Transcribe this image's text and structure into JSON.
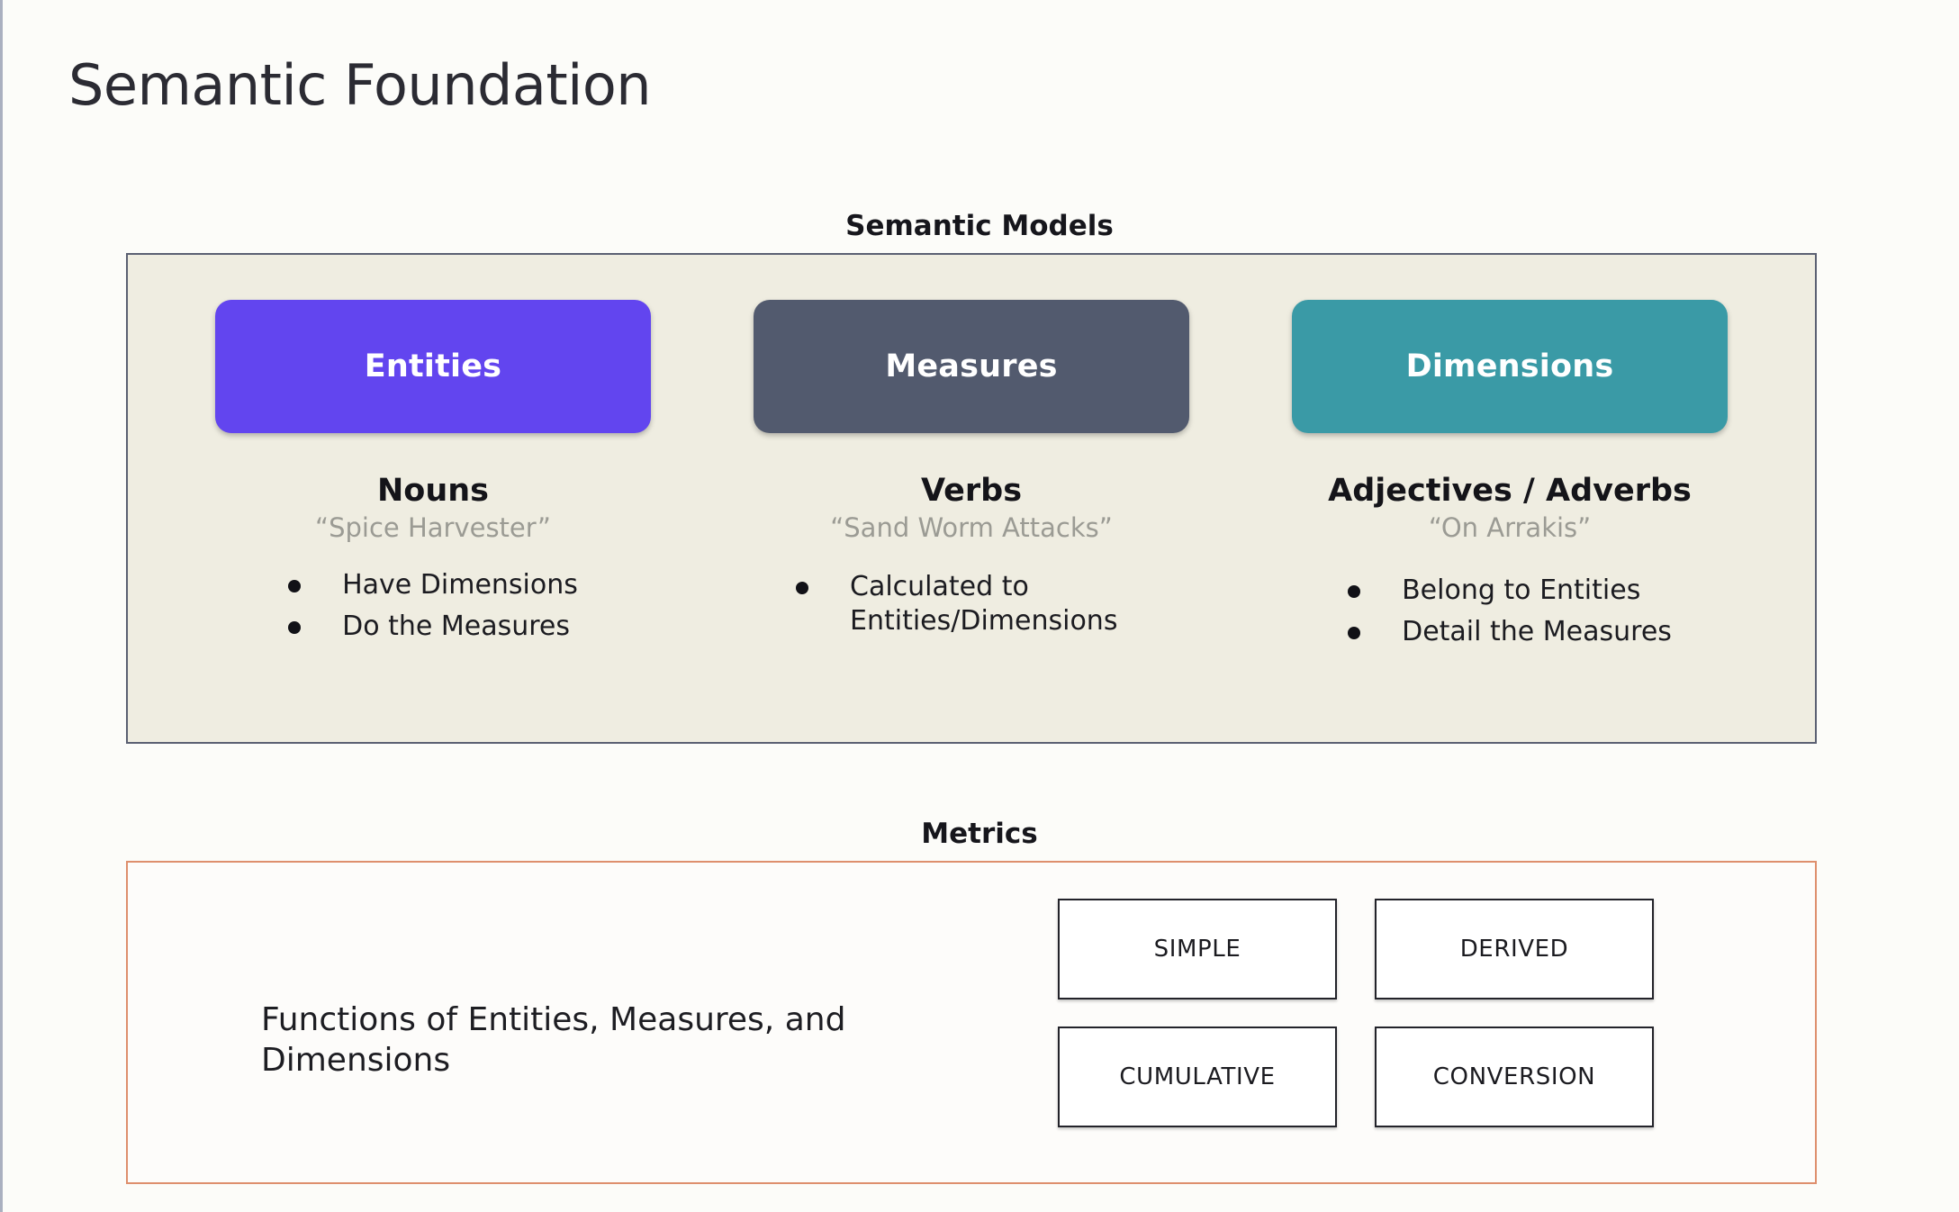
{
  "slide": {
    "title": "Semantic Foundation",
    "background_color": "#fcfcf9"
  },
  "semantic_models": {
    "heading": "Semantic Models",
    "panel_background": "#efede1",
    "panel_border": "#5b6072",
    "columns": [
      {
        "pill_label": "Entities",
        "pill_color": "#6245ef",
        "headword": "Nouns",
        "example": "“Spice Harvester”",
        "bullets": [
          "Have Dimensions",
          "Do the Measures"
        ]
      },
      {
        "pill_label": "Measures",
        "pill_color": "#525a6e",
        "headword": "Verbs",
        "example": "“Sand Worm Attacks”",
        "bullets": [
          "Calculated to Entities/Dimensions"
        ]
      },
      {
        "pill_label": "Dimensions",
        "pill_color": "#3a9aa6",
        "headword": "Adjectives / Adverbs",
        "example": "“On Arrakis”",
        "bullets": [
          "Belong to Entities",
          "Detail the Measures"
        ]
      }
    ]
  },
  "metrics": {
    "heading": "Metrics",
    "panel_border": "#de8f6d",
    "description": "Functions of Entities, Measures, and Dimensions",
    "types": [
      "SIMPLE",
      "DERIVED",
      "CUMULATIVE",
      "CONVERSION"
    ]
  }
}
